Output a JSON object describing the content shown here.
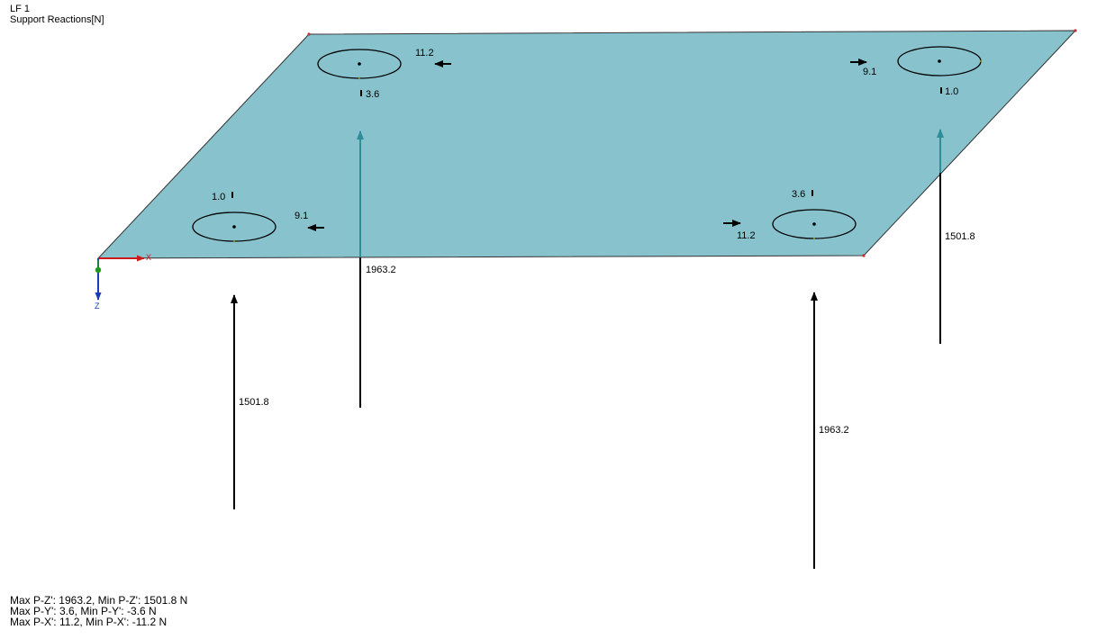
{
  "header": {
    "load_case": "LF 1",
    "result_type": "Support Reactions[N]"
  },
  "axes": {
    "x_label": "X",
    "z_label": "Z"
  },
  "colors": {
    "plate_fill": "#87c2cd",
    "plate_edge": "#333333",
    "reaction_on_plate": "#2f8d98",
    "reaction_below": "#000000",
    "axis_x": "#cc1a1a",
    "axis_y": "#1a9a1a",
    "axis_z": "#1a3db3"
  },
  "supports": {
    "back_left": {
      "pz": "1963.2",
      "px": "11.2",
      "py": "3.6"
    },
    "back_right": {
      "pz": "1501.8",
      "px": "9.1",
      "py": "1.0"
    },
    "front_left": {
      "pz": "1501.8",
      "px": "9.1",
      "py": "1.0"
    },
    "front_right": {
      "pz": "1963.2",
      "px": "11.2",
      "py": "3.6"
    }
  },
  "summary": {
    "line1": "Max P-Z': 1963.2, Min P-Z': 1501.8 N",
    "line2": "Max P-Y': 3.6, Min P-Y': -3.6 N",
    "line3": "Max P-X': 11.2, Min P-X': -11.2 N"
  }
}
